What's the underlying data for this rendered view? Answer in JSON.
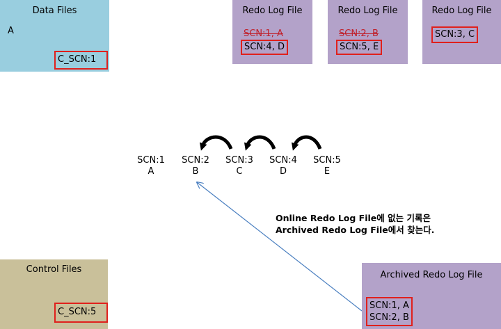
{
  "data_files": {
    "title": "Data Files",
    "content": "A",
    "checkpoint": "C_SCN:1"
  },
  "control_files": {
    "title": "Control Files",
    "checkpoint": "C_SCN:5"
  },
  "redo_logs": [
    {
      "title": "Redo Log File",
      "old_entry": "SCN:1, A",
      "current_entry": "SCN:4, D"
    },
    {
      "title": "Redo Log File",
      "old_entry": "SCN:2, B",
      "current_entry": "SCN:5, E"
    },
    {
      "title": "Redo Log File",
      "current_entry": "SCN:3, C"
    }
  ],
  "archived_log": {
    "title": "Archived Redo Log File",
    "entries": [
      "SCN:1, A",
      "SCN:2, B"
    ]
  },
  "timeline": [
    {
      "scn": "SCN:1",
      "value": "A"
    },
    {
      "scn": "SCN:2",
      "value": "B"
    },
    {
      "scn": "SCN:3",
      "value": "C"
    },
    {
      "scn": "SCN:4",
      "value": "D"
    },
    {
      "scn": "SCN:5",
      "value": "E"
    }
  ],
  "note": {
    "line1": "Online Redo Log File에 없는 기록은",
    "line2": "Archived Redo Log File에서 찾는다."
  },
  "colors": {
    "data_files": "#99cedf",
    "control_files": "#c9c09a",
    "redo_log": "#b3a2c9",
    "highlight": "#e0201c",
    "strike": "#c0202a",
    "arrow": "#4a7fc0"
  }
}
